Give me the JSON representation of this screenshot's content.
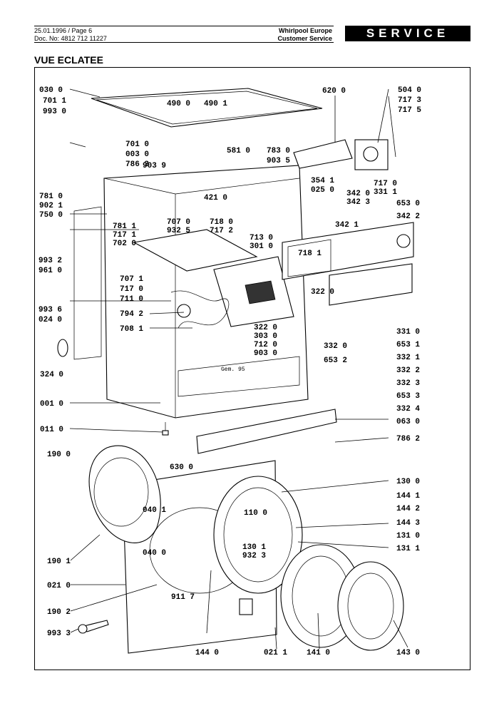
{
  "header": {
    "date_page": "25.01.1996 / Page 6",
    "doc_no": "Doc. No: 4812 712 11227",
    "company": "Whirlpool Europe",
    "department": "Customer Service",
    "service_banner": "SERVICE"
  },
  "title": "VUE ECLATEE",
  "diagram_stamp": "Gem. 95",
  "parts_left": [
    "030 0",
    "701 1",
    "993 0",
    "701 0",
    "003 0",
    "786 3",
    "903 9",
    "781 0",
    "902 1",
    "750 0",
    "781 1",
    "717 1",
    "702 0",
    "707 0",
    "932 5",
    "993 2",
    "961 0",
    "707 1",
    "717 0",
    "711 0",
    "993 6",
    "024 0",
    "794 2",
    "708 1",
    "324 0",
    "001 0",
    "011 0"
  ],
  "parts_top": [
    "490 0",
    "490 1",
    "581 0",
    "421 0",
    "783 0",
    "903 5",
    "620 0",
    "718 0",
    "717 2",
    "713 0",
    "301 0",
    "718 1"
  ],
  "parts_right": [
    "504 0",
    "717 3",
    "717 5",
    "354 1",
    "025 0",
    "717 0",
    "331 1",
    "342 0",
    "342 3",
    "653 0",
    "342 2",
    "342 1",
    "322 0",
    "331 0",
    "653 1",
    "332 1",
    "332 2",
    "332 3",
    "653 3",
    "332 4",
    "063 0",
    "786 2",
    "322 0",
    "303 0",
    "712 0",
    "903 0",
    "332 0",
    "653 2"
  ],
  "parts_bottom": [
    "190 0",
    "630 0",
    "130 0",
    "144 1",
    "144 2",
    "144 3",
    "131 0",
    "131 1",
    "040 1",
    "110 0",
    "040 0",
    "130 1",
    "932 3",
    "190 1",
    "021 0",
    "911 7",
    "190 2",
    "993 3",
    "144 0",
    "021 1",
    "141 0",
    "143 0"
  ]
}
